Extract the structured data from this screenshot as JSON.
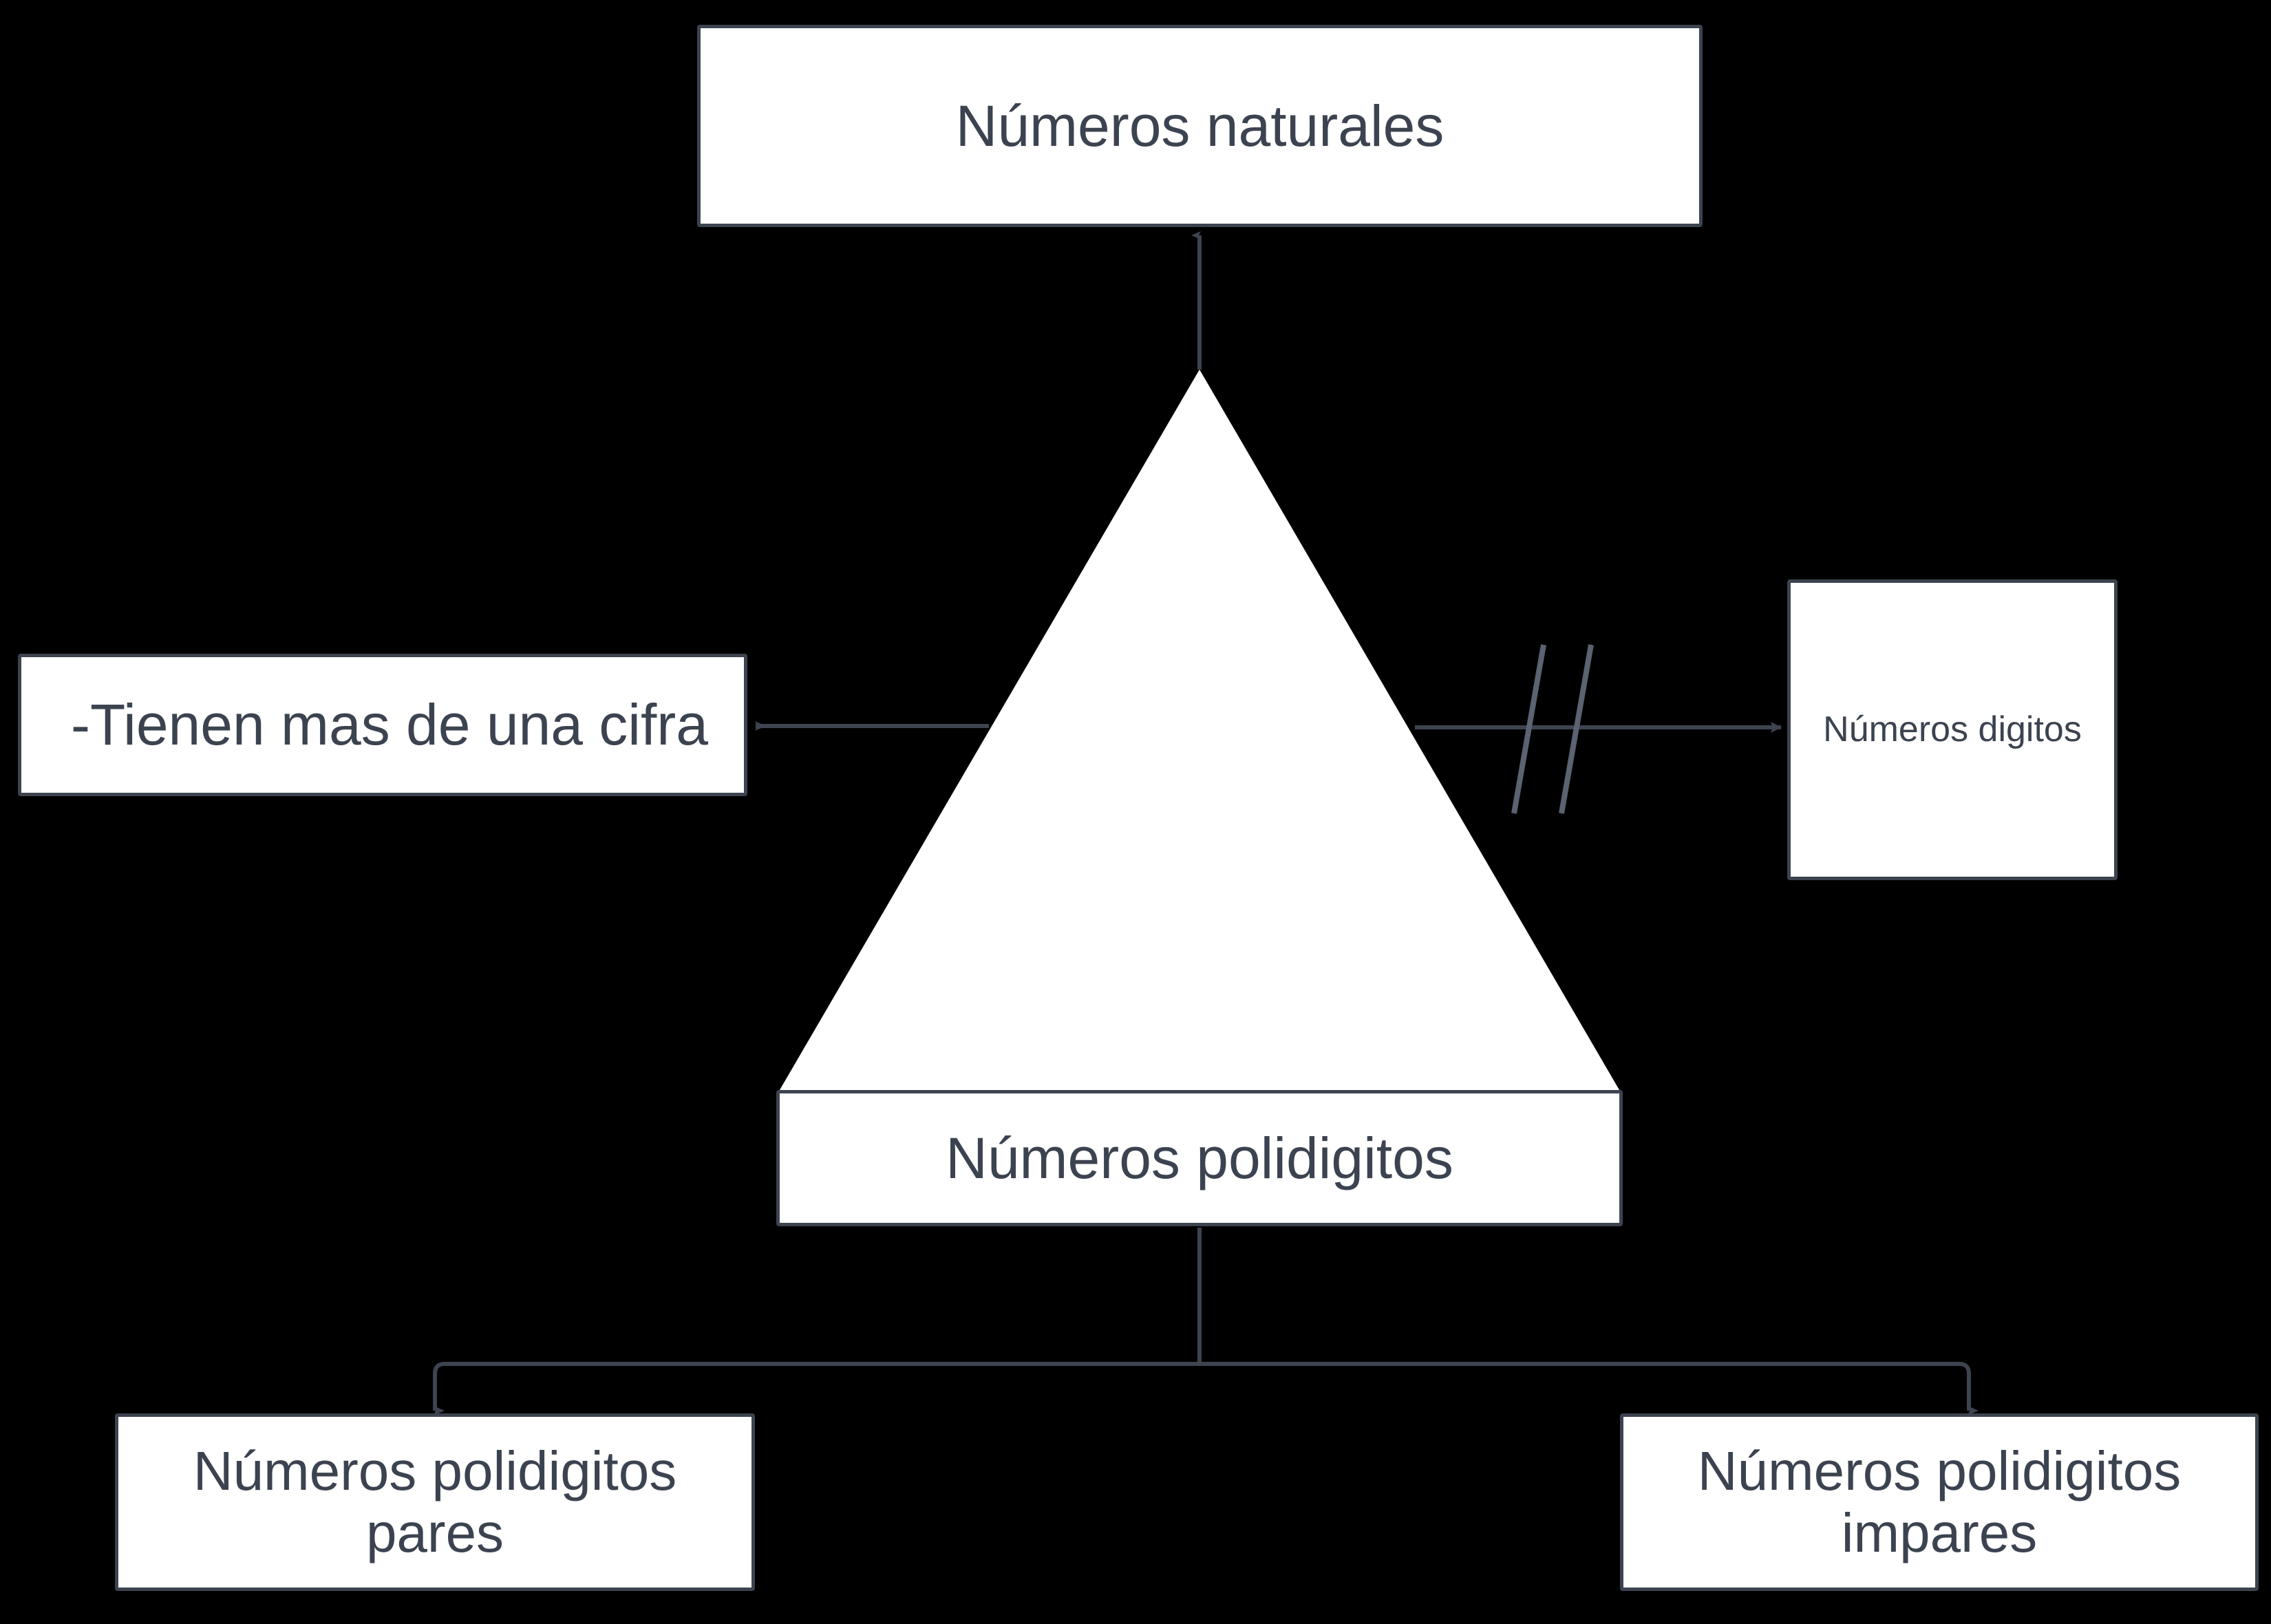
{
  "diagram": {
    "title": "Números naturales - mapa conceptual",
    "background_color": "#000000",
    "node_fill": "#ffffff",
    "stroke_color": "#3d4450",
    "text_color": "#3c4350",
    "shape_color": "#ffffff"
  },
  "nodes": {
    "naturales": {
      "label": "Números naturales"
    },
    "cifra": {
      "label": "-Tienen mas de una cifra"
    },
    "digitos": {
      "label": "Números digitos"
    },
    "polidigitos": {
      "label": "Números polidigitos"
    },
    "pares": {
      "label": "Números polidigitos pares"
    },
    "impares": {
      "label": "Números polidigitos impares"
    }
  },
  "shapes": {
    "triangle": {
      "name": "white-triangle"
    }
  },
  "connectors": [
    {
      "name": "triangle-to-naturales",
      "from": "triangle-apex",
      "to": "naturales",
      "arrow": "up"
    },
    {
      "name": "triangle-to-cifra",
      "from": "triangle-left-side",
      "to": "cifra",
      "arrow": "left"
    },
    {
      "name": "triangle-to-digitos",
      "from": "triangle-right-side",
      "to": "digitos",
      "arrow": "right",
      "marker": "double-slash"
    },
    {
      "name": "polidigitos-to-pares",
      "from": "polidigitos",
      "to": "pares",
      "arrow": "down"
    },
    {
      "name": "polidigitos-to-impares",
      "from": "polidigitos",
      "to": "impares",
      "arrow": "down"
    }
  ]
}
